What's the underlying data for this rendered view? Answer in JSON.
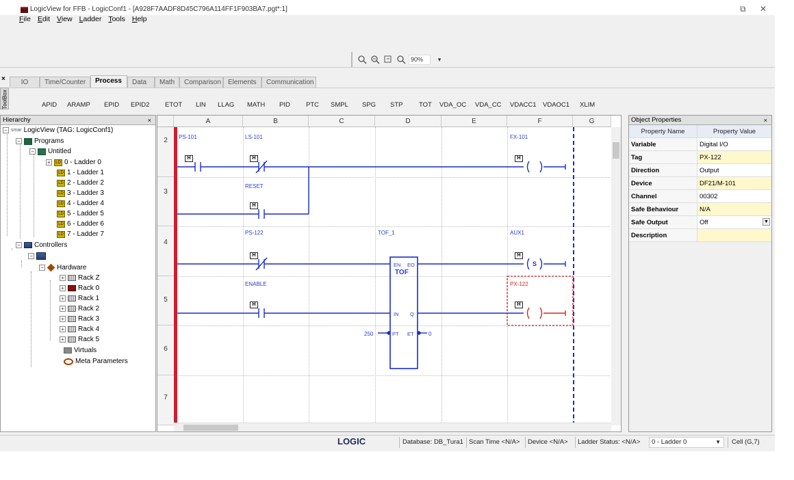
{
  "window": {
    "title": "LogicView for FFB - LogicConf1 - [A928F7AADF8D45C796A114FF1F903BA7.pgt*:1]",
    "restore_glyph": "⧉",
    "close_glyph": "✕"
  },
  "menu": [
    "File",
    "Edit",
    "View",
    "Ladder",
    "Tools",
    "Help"
  ],
  "zoom": {
    "value": "90%",
    "dropdown_glyph": "▾"
  },
  "toolbox": {
    "label": "ToolBox",
    "close_glyph": "×",
    "tabs": [
      "IO",
      "Time/Counter",
      "Process",
      "Data",
      "Math",
      "Comparison",
      "Elements",
      "Communication"
    ],
    "active_tab": "Process",
    "items": [
      "APID",
      "ARAMP",
      "EPID",
      "EPID2",
      "ETOT",
      "LIN",
      "LLAG",
      "MATH",
      "PID",
      "PTC",
      "SMPL",
      "SPG",
      "STP",
      "TOT",
      "VDA_OC",
      "VDA_CC",
      "VDACC1",
      "VDAOC1",
      "XLIM"
    ]
  },
  "hierarchy": {
    "title": "Hierarchy",
    "close_glyph": "×",
    "root_prefix": "smar",
    "root": "LogicView (TAG: LogicConf1)",
    "programs": "Programs",
    "untitled": "Untitled",
    "ladders": [
      "0 - Ladder 0",
      "1 - Ladder 1",
      "2 - Ladder 2",
      "3 - Ladder 3",
      "4 - Ladder 4",
      "5 - Ladder 5",
      "6 - Ladder 6",
      "7 - Ladder 7"
    ],
    "controllers": "Controllers",
    "hardware": "Hardware",
    "racks": [
      "Rack Z",
      "Rack 0",
      "Rack 1",
      "Rack 2",
      "Rack 3",
      "Rack 4",
      "Rack 5"
    ],
    "virtuals": "Virtuals",
    "meta": "Meta Parameters"
  },
  "ladder": {
    "columns": [
      "A",
      "B",
      "C",
      "D",
      "E",
      "F",
      "G"
    ],
    "rows": [
      "2",
      "3",
      "4",
      "5",
      "6",
      "7"
    ],
    "tags": {
      "ps101": "PS-101",
      "ls101": "LS-101",
      "fx101": "FX-101",
      "reset": "RESET",
      "ps122": "PS-122",
      "tof1": "TOF_1",
      "aux1": "AUX1",
      "enable": "ENABLE",
      "px122": "PX-122"
    },
    "h_marker": "H",
    "tof": {
      "name": "TOF",
      "en": "EN",
      "eo": "EO",
      "in": "IN",
      "q": "Q",
      "pt": "PT",
      "et": "ET",
      "pt_value": "250",
      "et_value": "0"
    },
    "set_coil_label": "S"
  },
  "properties": {
    "title": "Object Properties",
    "close_glyph": "×",
    "headers": [
      "Property Name",
      "Property Value"
    ],
    "rows": [
      {
        "name": "Variable",
        "value": "Digital I/O"
      },
      {
        "name": "Tag",
        "value": "PX-122"
      },
      {
        "name": "Direction",
        "value": "Output"
      },
      {
        "name": "Device",
        "value": "DF21/M-101"
      },
      {
        "name": "Channel",
        "value": "00302"
      },
      {
        "name": "Safe Behaviour",
        "value": "N/A"
      },
      {
        "name": "Safe Output",
        "value": "Off"
      },
      {
        "name": "Description",
        "value": ""
      }
    ]
  },
  "status": {
    "logic": "LOGIC",
    "database": "Database: DB_Tura1",
    "scan": "Scan Time <N/A>",
    "device": "Device <N/A>",
    "ladder_status": "Ladder Status: <N/A>",
    "ladder_select": "0 - Ladder 0",
    "cell": "Cell (G,7)"
  },
  "colors": {
    "wire": "#1a2cc8",
    "rail": "#cc1f2f",
    "selection": "#e02020"
  }
}
